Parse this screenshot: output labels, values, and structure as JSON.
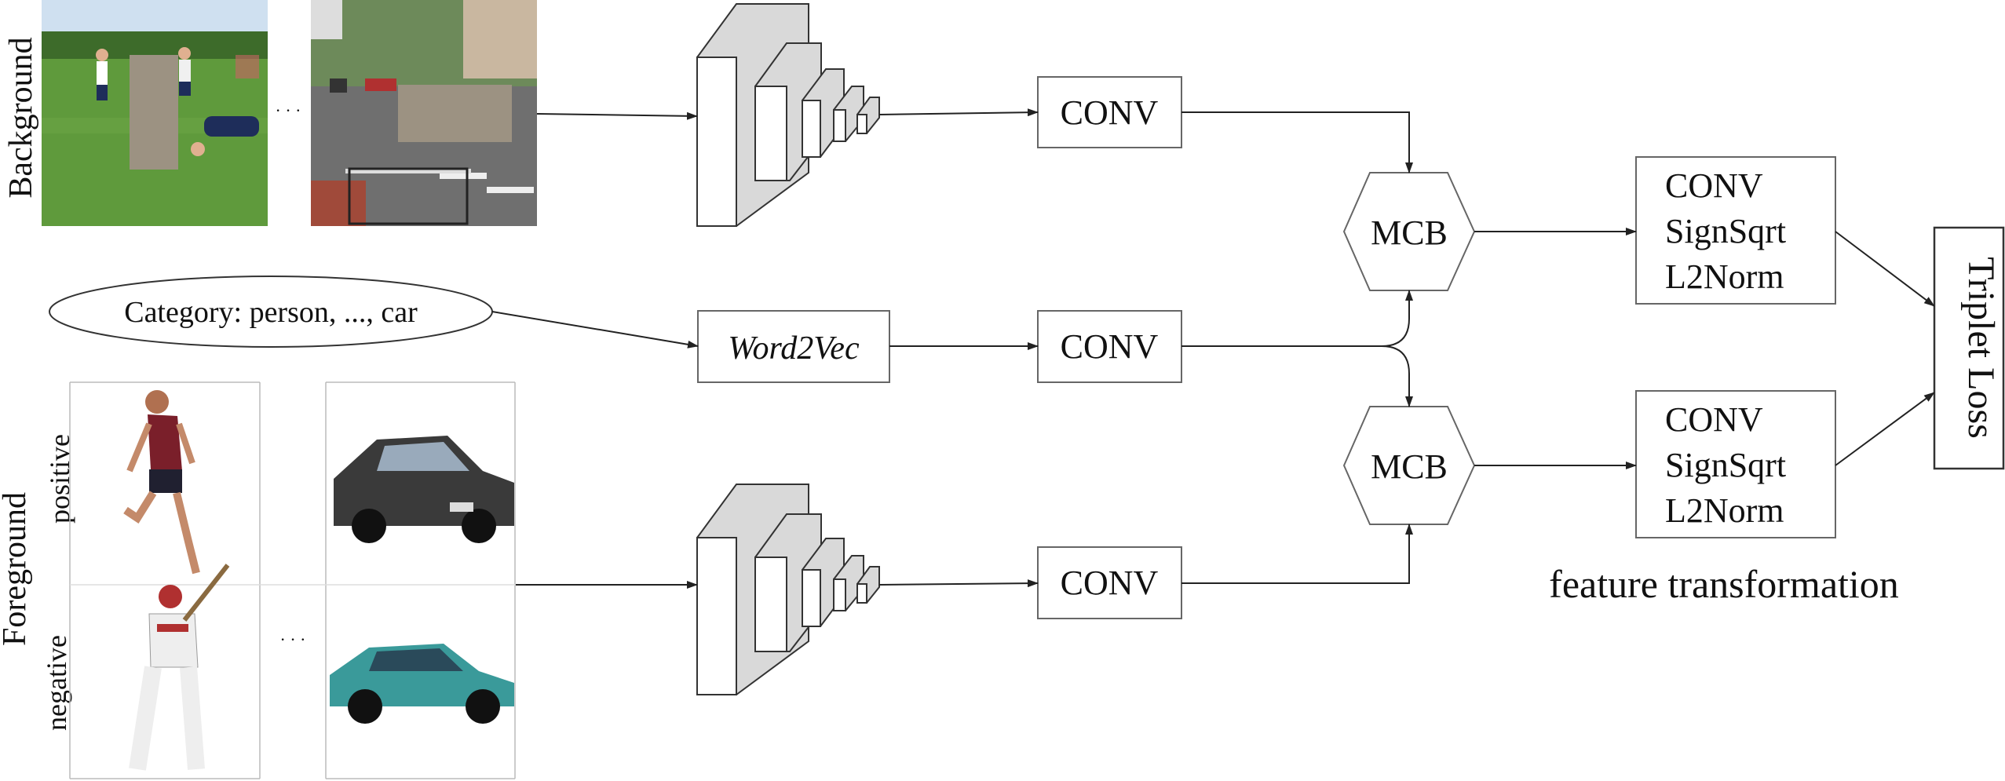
{
  "labels": {
    "background": "Background",
    "foreground": "Foreground",
    "positive": "positive",
    "negative": "negative",
    "ellipsis": "· · ·",
    "category": "Category: person, ..., car",
    "word2vec": "Word2Vec",
    "conv": "CONV",
    "mcb": "MCB",
    "transform_lines": [
      "CONV",
      "SignSqrt",
      "L2Norm"
    ],
    "feature_transformation": "feature transformation",
    "triplet_loss": "Triplet Loss"
  },
  "images": {
    "background": [
      "field scene with gray occluding box",
      "street scene with gray occluding box"
    ],
    "foreground": [
      "female runner (positive)",
      "black sedan (positive)",
      "baseball player (negative)",
      "teal hatchback (negative)"
    ]
  },
  "colors": {
    "line": "#222222",
    "box_stroke": "#555555",
    "cube_face": "#d9d9d9",
    "grass": "#5f9a3c",
    "road": "#6f6f6f",
    "occluder": "#9c9282"
  }
}
